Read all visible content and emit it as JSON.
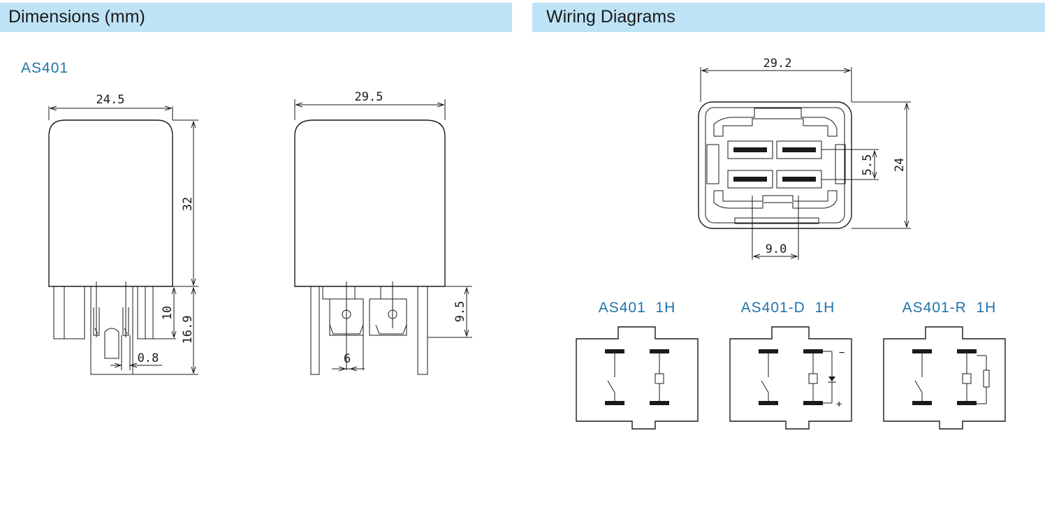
{
  "headers": {
    "dimensions": "Dimensions (mm)",
    "wiring": "Wiring Diagrams"
  },
  "model_label": "AS401",
  "dimensions": {
    "front_width": "24.5",
    "body_height": "32",
    "pin_length": "10",
    "total_pin": "16.9",
    "pin_thickness": "0.8",
    "side_width": "29.5",
    "side_pin_length": "9.5",
    "pin_spacing": "6"
  },
  "bottom_view": {
    "width": "29.2",
    "height": "24",
    "row_pitch": "5.5",
    "col_pitch": "9.0"
  },
  "wiring_variants": [
    {
      "label": "AS401  1H"
    },
    {
      "label": "AS401-D  1H",
      "diode_minus": "−",
      "diode_plus": "+"
    },
    {
      "label": "AS401-R  1H"
    }
  ],
  "colors": {
    "header_bg": "#bfe3f6",
    "model_text": "#1f73ab",
    "line": "#1a1a1a"
  }
}
